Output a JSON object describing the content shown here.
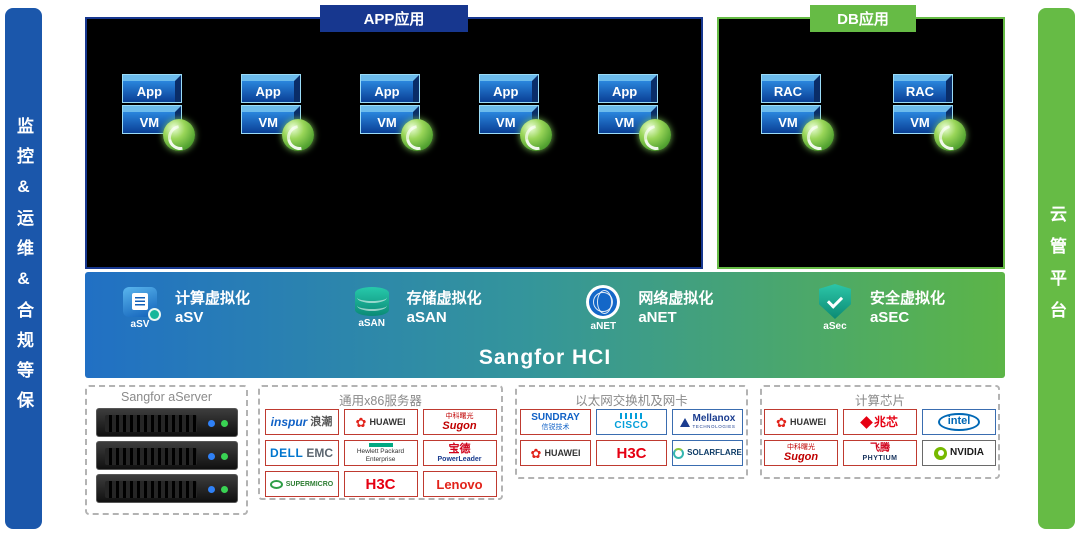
{
  "sidebars": {
    "left": "监控&运维&合规等保",
    "right": "云管平台"
  },
  "app_section": {
    "title": "APP应用",
    "vms": [
      {
        "top": "App",
        "bottom": "VM"
      },
      {
        "top": "App",
        "bottom": "VM"
      },
      {
        "top": "App",
        "bottom": "VM"
      },
      {
        "top": "App",
        "bottom": "VM"
      },
      {
        "top": "App",
        "bottom": "VM"
      }
    ]
  },
  "db_section": {
    "title": "DB应用",
    "vms": [
      {
        "top": "RAC",
        "bottom": "VM"
      },
      {
        "top": "RAC",
        "bottom": "VM"
      }
    ]
  },
  "hci": {
    "title": "Sangfor HCI",
    "components": [
      {
        "icon_label": "aSV",
        "name": "计算虚拟化",
        "abbr": "aSV"
      },
      {
        "icon_label": "aSAN",
        "name": "存储虚拟化",
        "abbr": "aSAN"
      },
      {
        "icon_label": "aNET",
        "name": "网络虚拟化",
        "abbr": "aNET"
      },
      {
        "icon_label": "aSec",
        "name": "安全虚拟化",
        "abbr": "aSEC"
      }
    ]
  },
  "hardware": {
    "aserver": {
      "title": "Sangfor aServer"
    },
    "x86": {
      "title": "通用x86服务器",
      "logos": [
        {
          "primary": "inspur",
          "secondary": "浪潮"
        },
        {
          "primary": "HUAWEI",
          "secondary": ""
        },
        {
          "primary": "Sugon",
          "secondary": "中科曙光"
        },
        {
          "primary": "DELL",
          "secondary": "EMC"
        },
        {
          "primary": "Hewlett Packard",
          "secondary": "Enterprise"
        },
        {
          "primary": "宝德",
          "secondary": "PowerLeader"
        },
        {
          "primary": "SUPERMICRO",
          "secondary": ""
        },
        {
          "primary": "H3C",
          "secondary": ""
        },
        {
          "primary": "Lenovo",
          "secondary": ""
        }
      ]
    },
    "network": {
      "title": "以太网交换机及网卡",
      "logos": [
        {
          "primary": "SUNDRAY",
          "secondary": "信锐技术"
        },
        {
          "primary": "CISCO",
          "secondary": ""
        },
        {
          "primary": "Mellanox",
          "secondary": "TECHNOLOGIES"
        },
        {
          "primary": "HUAWEI",
          "secondary": ""
        },
        {
          "primary": "H3C",
          "secondary": ""
        },
        {
          "primary": "SOLARFLARE",
          "secondary": ""
        }
      ]
    },
    "chips": {
      "title": "计算芯片",
      "logos": [
        {
          "primary": "HUAWEI",
          "secondary": ""
        },
        {
          "primary": "兆芯",
          "secondary": ""
        },
        {
          "primary": "intel",
          "secondary": ""
        },
        {
          "primary": "Sugon",
          "secondary": "中科曙光"
        },
        {
          "primary": "飞腾",
          "secondary": "PHYTIUM"
        },
        {
          "primary": "NVIDIA",
          "secondary": ""
        }
      ]
    }
  },
  "colors": {
    "left_bar": "#1b57ab",
    "right_bar": "#66bb45",
    "app_accent": "#17378f",
    "db_accent": "#66bb45",
    "hci_gradient_start": "#2170c4",
    "hci_gradient_end": "#5cb547"
  }
}
